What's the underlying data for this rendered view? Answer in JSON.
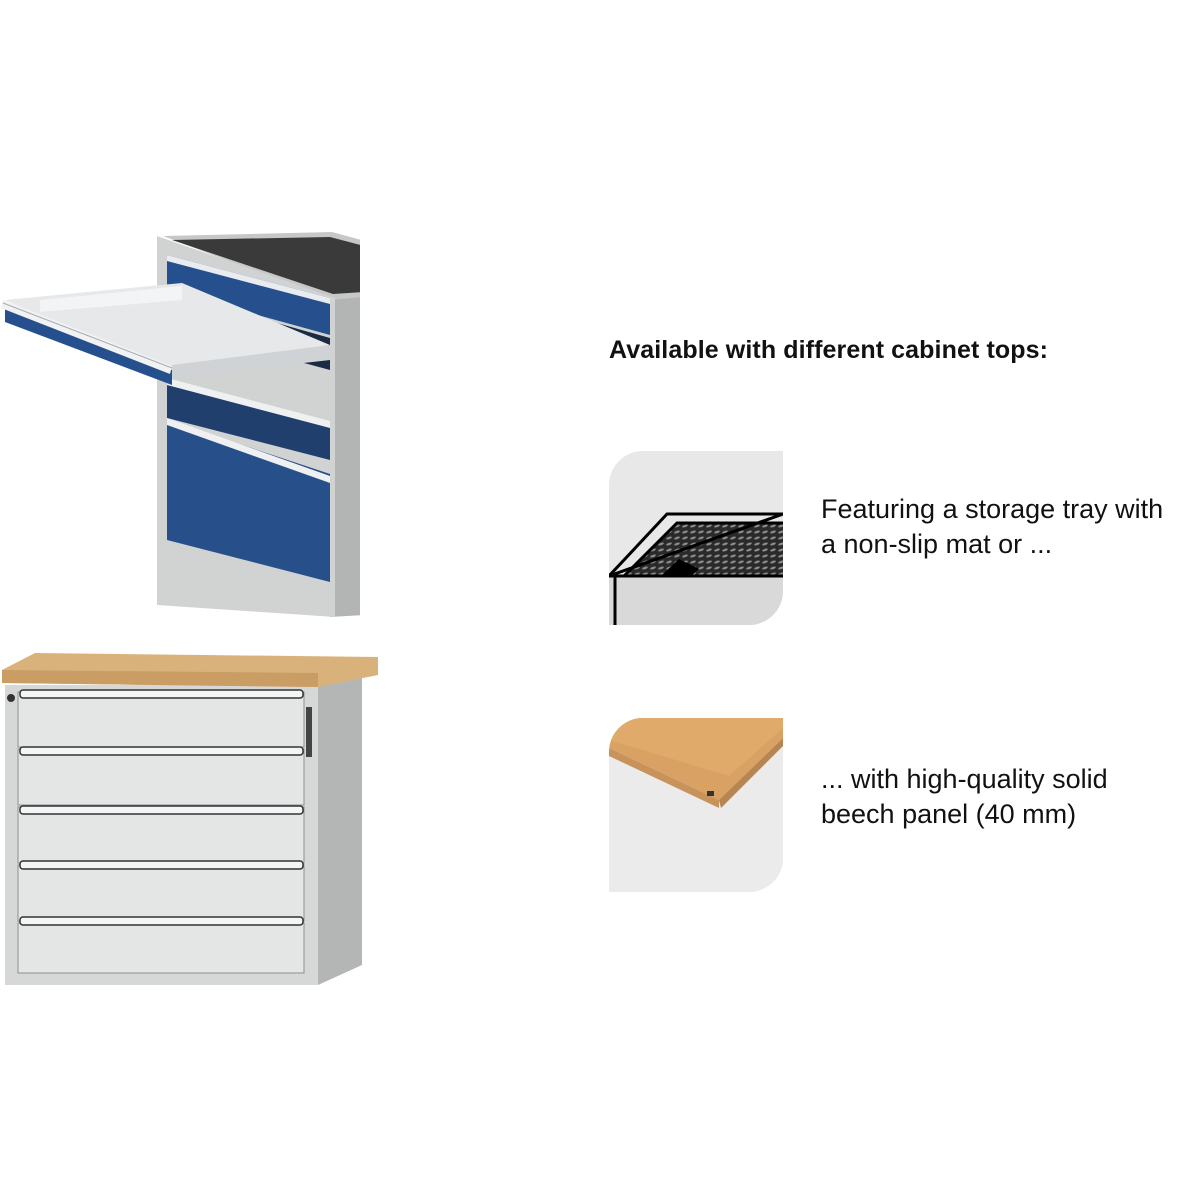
{
  "heading": "Available with different cabinet tops:",
  "options": [
    {
      "icon": "non-slip-mat-tray-icon",
      "caption_lines": [
        "Featuring a storage tray with",
        "a non-slip mat or ..."
      ]
    },
    {
      "icon": "beech-panel-icon",
      "caption_lines": [
        "... with high-quality solid",
        "beech panel (40 mm)"
      ]
    }
  ],
  "images": [
    {
      "name": "drawer-cabinet-blue-with-tray",
      "description": "Grey drawer cabinet with blue drawer fronts, rubber mat top, one drawer pulled out"
    },
    {
      "name": "drawer-cabinet-grey-beech-top",
      "description": "Grey drawer cabinet with 5 drawers and solid beech worktop"
    }
  ],
  "colors": {
    "cabinet_body": "#c9cbcb",
    "cabinet_side": "#b1b3b3",
    "drawer_blue": "#24497f",
    "mat_top": "#333333",
    "beech": "#d8b27a",
    "thumb_bg": "#e8e8e8"
  }
}
